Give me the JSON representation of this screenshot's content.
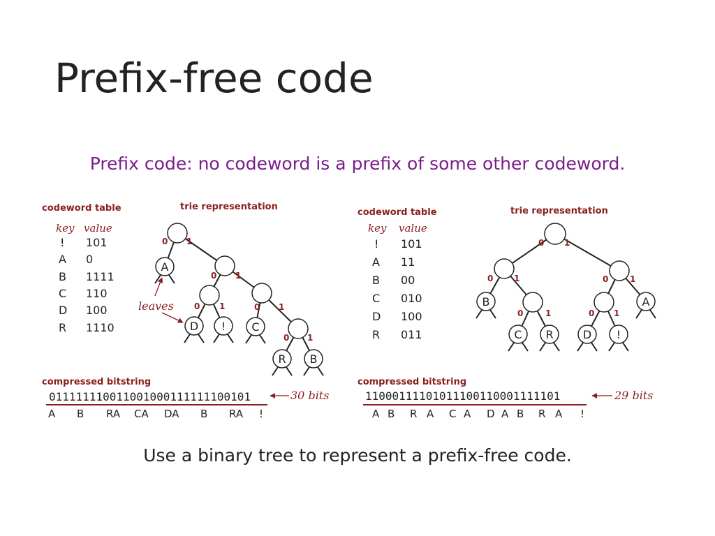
{
  "slide": {
    "title": "Prefix-free code",
    "subtitle": "Prefix code: no codeword is a prefix of some other codeword.",
    "footer": "Use a binary tree to represent a prefix-free code."
  },
  "left": {
    "table_label": "codeword table",
    "trie_label": "trie representation",
    "key_header": "key",
    "value_header": "value",
    "rows": [
      {
        "key": "!",
        "value": "101"
      },
      {
        "key": "A",
        "value": "0"
      },
      {
        "key": "B",
        "value": "1111"
      },
      {
        "key": "C",
        "value": "110"
      },
      {
        "key": "D",
        "value": "100"
      },
      {
        "key": "R",
        "value": "1110"
      }
    ],
    "leaves_note": "leaves",
    "bitstring_label": "compressed bitstring",
    "bitstring": "011111110011001000111111100101",
    "bits_note": "30 bits",
    "decoded": [
      "A",
      "B",
      "RA",
      "CA",
      "DA",
      "B",
      "RA",
      "!"
    ]
  },
  "right": {
    "table_label": "codeword table",
    "trie_label": "trie representation",
    "key_header": "key",
    "value_header": "value",
    "rows": [
      {
        "key": "!",
        "value": "101"
      },
      {
        "key": "A",
        "value": "11"
      },
      {
        "key": "B",
        "value": "00"
      },
      {
        "key": "C",
        "value": "010"
      },
      {
        "key": "D",
        "value": "100"
      },
      {
        "key": "R",
        "value": "011"
      }
    ],
    "bitstring_label": "compressed bitstring",
    "bitstring": "11000111101011100110001111101",
    "bits_note": "29 bits",
    "decoded": [
      "A",
      "B",
      "R",
      "A",
      "C",
      "A",
      "D",
      "A",
      "B",
      "R",
      "A",
      "!"
    ]
  },
  "edge_bits": {
    "zero": "0",
    "one": "1"
  },
  "colors": {
    "accent": "#8a1f1f",
    "subtitle": "#7a1e8c",
    "text": "#222222"
  }
}
